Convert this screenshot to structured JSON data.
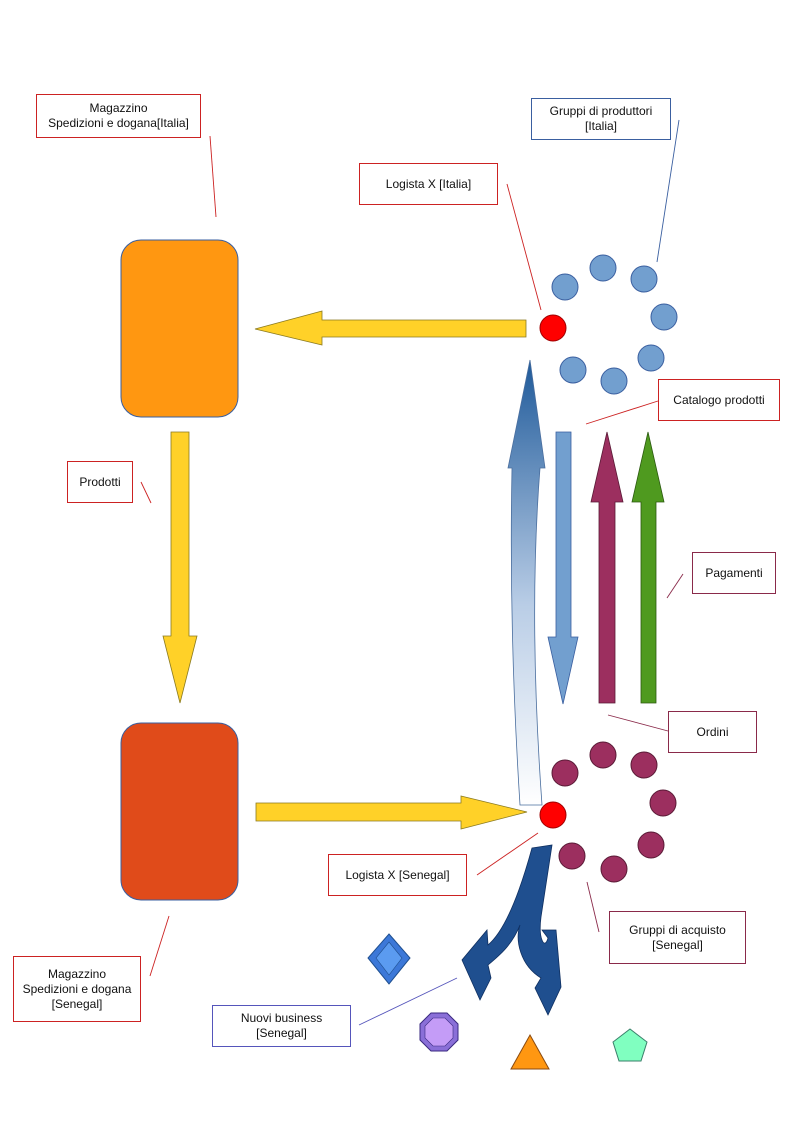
{
  "labels": {
    "magazzino_italia": "Magazzino\nSpedizioni e dogana[Italia]",
    "gruppi_produttori": "Gruppi di produttori\n[Italia]",
    "logista_italia": "Logista X [Italia]",
    "catalogo": "Catalogo prodotti",
    "prodotti": "Prodotti",
    "pagamenti": "Pagamenti",
    "ordini": "Ordini",
    "logista_senegal": "Logista X [Senegal]",
    "gruppi_acquisto": "Gruppi di acquisto\n[Senegal]",
    "magazzino_senegal": "Magazzino\nSpedizioni e dogana\n[Senegal]",
    "nuovi_business": "Nuovi business\n[Senegal]"
  },
  "colors": {
    "warehouse_italia": "#ff9711",
    "warehouse_senegal": "#e04b1a",
    "product_arrow": "#ffd128",
    "logista_dot": "#ff0000",
    "producer_dot": "#729fcf",
    "buyer_dot": "#9c2f5f",
    "catalog_arrow": "#729fcf",
    "payment_arrow_purple": "#9c2f5f",
    "payment_arrow_green": "#4f9a1f",
    "new_business_arrow": "#1f4f8f"
  },
  "icons": [
    "diamond-icon",
    "octagon-icon",
    "triangle-icon",
    "pentagon-icon"
  ]
}
